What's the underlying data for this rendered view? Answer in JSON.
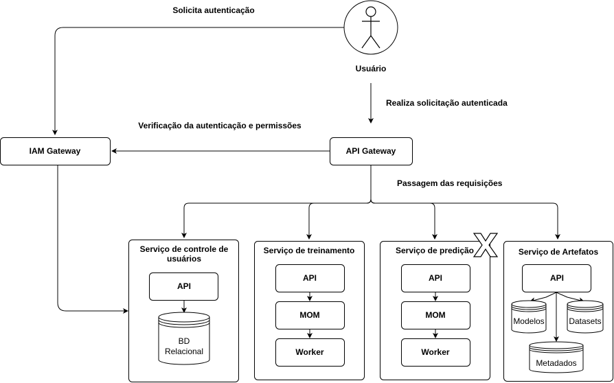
{
  "actor": {
    "label": "Usuário"
  },
  "edges": {
    "auth_request": "Solicita autenticação",
    "authenticated_request": "Realiza solicitação autenticada",
    "verification": "Verificação da autenticação e permissões",
    "passthrough": "Passagem das requisições"
  },
  "gateways": {
    "iam": "IAM Gateway",
    "api": "API Gateway"
  },
  "services": {
    "users": {
      "title_line1": "Serviço de controle de",
      "title_line2": "usuários",
      "api": "API",
      "db_line1": "BD",
      "db_line2": "Relacional"
    },
    "training": {
      "title": "Serviço de treinamento",
      "api": "API",
      "mom": "MOM",
      "worker": "Worker"
    },
    "prediction": {
      "title": "Serviço de predição",
      "api": "API",
      "mom": "MOM",
      "worker": "Worker"
    },
    "artifacts": {
      "title": "Serviço de Artefatos",
      "api": "API",
      "models": "Modelos",
      "datasets": "Datasets",
      "metadata": "Metadados"
    }
  }
}
